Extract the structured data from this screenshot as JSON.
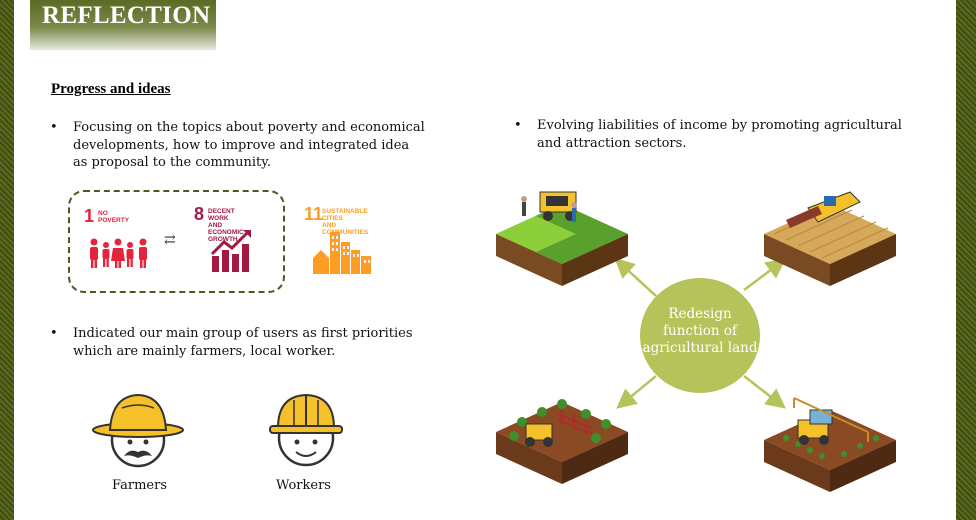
{
  "slide": {
    "title": "REFLECTION",
    "subtitle": "Progress and ideas"
  },
  "left": {
    "bullet1": {
      "line1": "Focusing on the topics about poverty and economical",
      "line2": "developments, how to improve and integrated idea",
      "line3": "as proposal to the community."
    },
    "sdgs": [
      {
        "number": "1",
        "text_line1": "NO",
        "text_line2": "POVERTY",
        "color": "#e5243b"
      },
      {
        "number": "8",
        "text_line1": "DECENT WORK AND",
        "text_line2": "ECONOMIC GROWTH",
        "color": "#a21942"
      },
      {
        "number": "11",
        "text_line1": "SUSTAINABLE CITIES",
        "text_line2": "AND COMMUNITIES",
        "color": "#fd9d24"
      }
    ],
    "bullet2": {
      "line1": "Indicated our main group of users as first priorities",
      "line2": "which are mainly farmers, local worker."
    },
    "users": [
      {
        "label": "Farmers"
      },
      {
        "label": "Workers"
      }
    ]
  },
  "right": {
    "bullet": {
      "line1": "Evolving liabilities of income by promoting agricultural",
      "line2": "and attraction sectors."
    },
    "center": {
      "line1": "Redesign",
      "line2": "function of",
      "line3": "agricultural land"
    }
  },
  "colors": {
    "border": "#4a5a18",
    "accent_green": "#b5c35a",
    "helmet_yellow": "#f5c12a"
  }
}
